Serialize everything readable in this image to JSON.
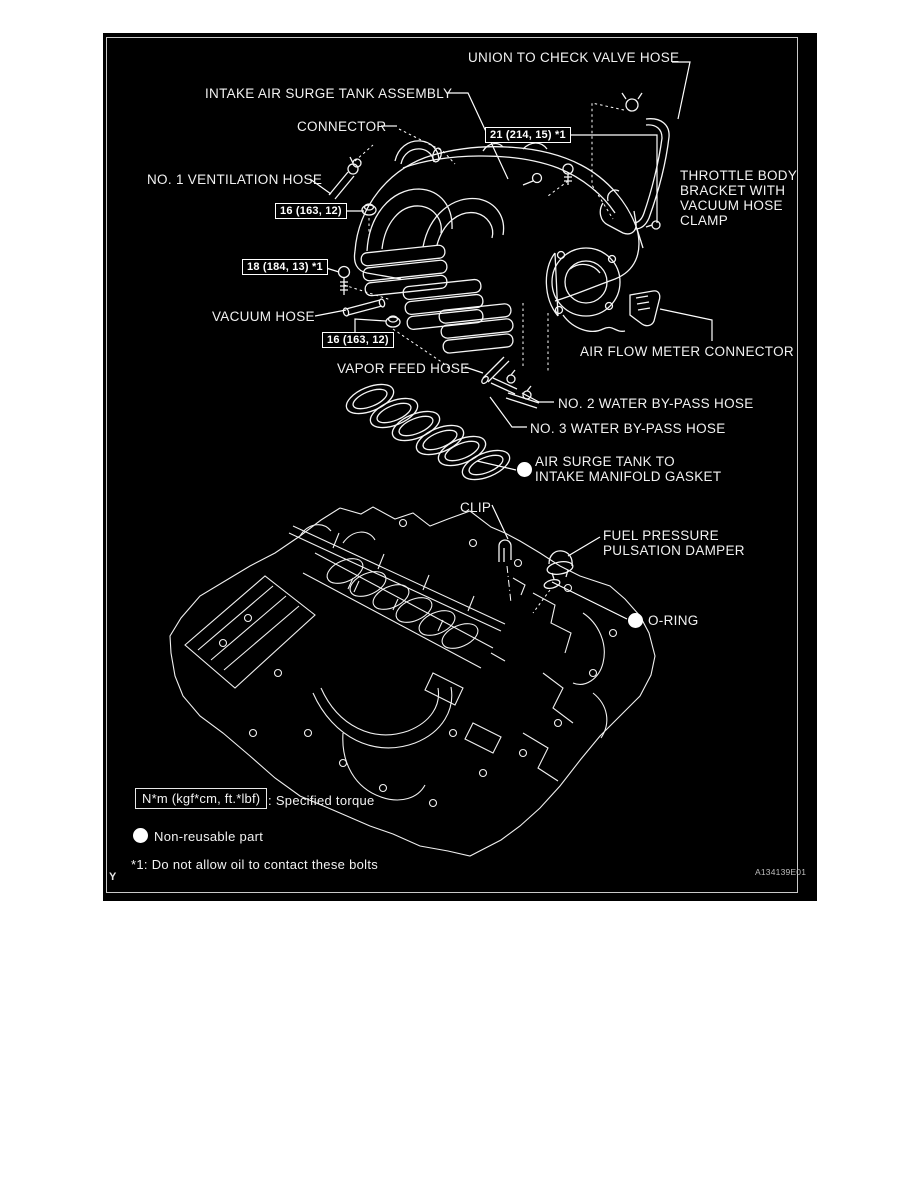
{
  "figure": {
    "corner_mark": "Y",
    "reference_code": "A134139E01",
    "colors": {
      "page_background": "#ffffff",
      "diagram_background": "#000000",
      "line_color": "#ffffff",
      "frame_color": "#c9c9c9"
    }
  },
  "labels": {
    "union_to_check_valve_hose": "UNION TO CHECK VALVE HOSE",
    "intake_air_surge_tank_assembly": "INTAKE AIR SURGE TANK ASSEMBLY",
    "connector": "CONNECTOR",
    "no1_ventilation_hose": "NO. 1 VENTILATION HOSE",
    "throttle_body_bracket_l1": "THROTTLE BODY",
    "throttle_body_bracket_l2": "BRACKET WITH",
    "throttle_body_bracket_l3": "VACUUM HOSE",
    "throttle_body_bracket_l4": "CLAMP",
    "vacuum_hose": "VACUUM HOSE",
    "vapor_feed_hose": "VAPOR FEED HOSE",
    "air_flow_meter_connector": "AIR FLOW METER CONNECTOR",
    "no2_water_bypass_hose": "NO. 2 WATER BY-PASS HOSE",
    "no3_water_bypass_hose": "NO. 3 WATER BY-PASS HOSE",
    "air_surge_tank_gasket_l1": "AIR SURGE TANK TO",
    "air_surge_tank_gasket_l2": "INTAKE MANIFOLD GASKET",
    "clip": "CLIP",
    "fuel_pressure_damper_l1": "FUEL PRESSURE",
    "fuel_pressure_damper_l2": "PULSATION DAMPER",
    "o_ring": "O-RING"
  },
  "torque_specs": {
    "nut_21": "21 (214, 15) *1",
    "nut_16_upper": "16 (163, 12)",
    "bolt_18": "18 (184, 13) *1",
    "nut_16_lower": "16 (163, 12)"
  },
  "legend": {
    "torque_unit_box": "N*m (kgf*cm, ft.*lbf)",
    "torque_meaning": ": Specified torque",
    "non_reusable": "Non-reusable part",
    "footnote": "*1: Do not allow oil to contact these bolts"
  }
}
